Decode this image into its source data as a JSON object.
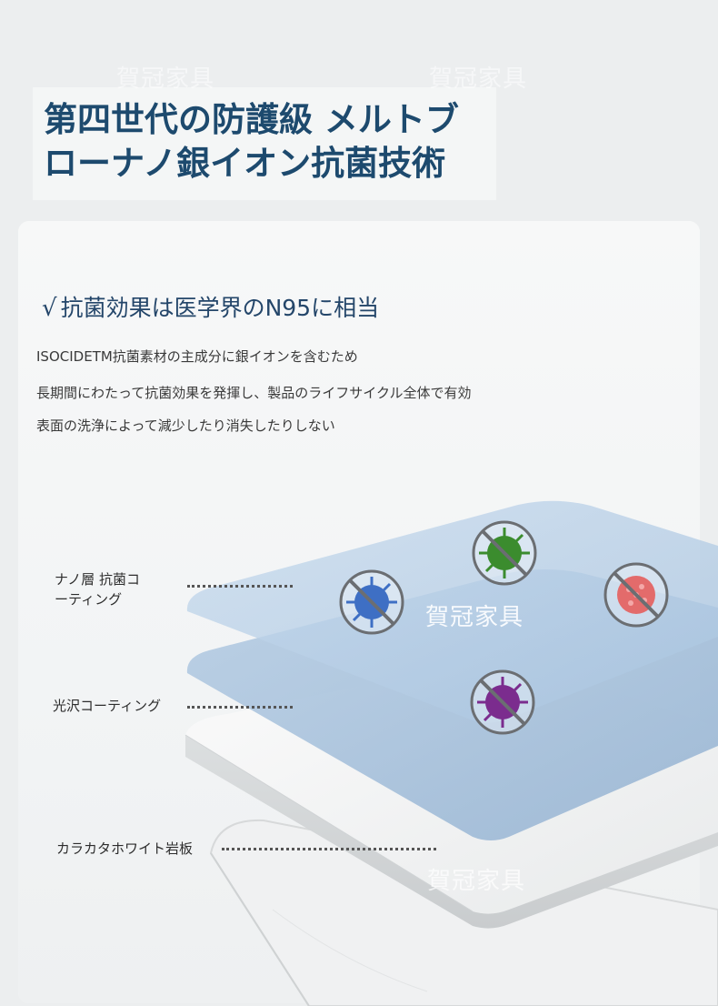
{
  "watermark": "賀冠家具",
  "header": {
    "title_line1": "第四世代の防護級 メルトブ",
    "title_line2": "ローナノ銀イオン抗菌技術"
  },
  "feature": {
    "check_icon": "√",
    "title": "抗菌効果は医学界のN95に相当",
    "descriptions": [
      "ISOCIDETM抗菌素材の主成分に銀イオンを含むため",
      "長期間にわたって抗菌効果を発揮し、製品のライフサイクル全体で有効",
      "表面の洗浄によって減少したり消失したりしない"
    ]
  },
  "layers": {
    "nano_coating_line1": "ナノ層 抗菌コ",
    "nano_coating_line2": "ーティング",
    "gloss_coating": "光沢コーティング",
    "stone_slab": "カラカタホワイト岩板"
  },
  "colors": {
    "title_blue": "#1d4a6e",
    "layer_blue_light": "#b9d0e6",
    "layer_blue_mid": "#9fbcd9",
    "virus_blue": "#3e6fc4",
    "virus_green": "#3b8c2e",
    "virus_red": "#e36b6b",
    "virus_purple": "#7b2c8e"
  },
  "icons": [
    "check-icon",
    "no-virus-icon-blue",
    "no-virus-icon-green",
    "no-virus-icon-red",
    "no-virus-icon-purple"
  ]
}
